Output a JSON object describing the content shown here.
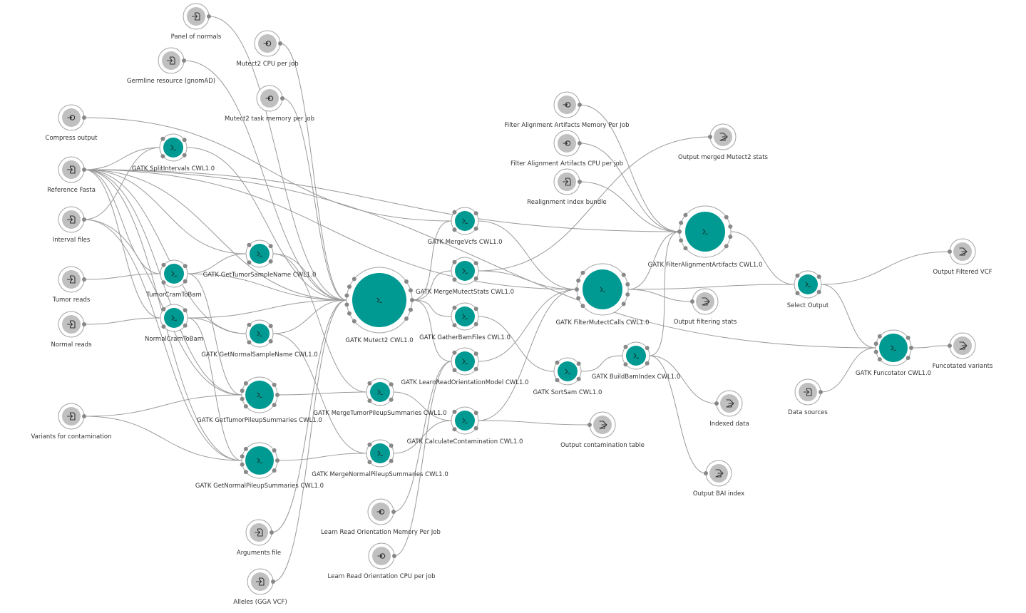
{
  "nodes": [
    {
      "id": "panel_normals",
      "kind": "input",
      "label": "Panel of normals"
    },
    {
      "id": "germline",
      "kind": "input",
      "label": "Germline resource (gnomAD)"
    },
    {
      "id": "mutect_cpu",
      "kind": "param",
      "label": "Mutect2 CPU per job"
    },
    {
      "id": "mutect_mem",
      "kind": "param",
      "label": "Mutect2 task memory per job"
    },
    {
      "id": "compress",
      "kind": "param",
      "label": "Compress output"
    },
    {
      "id": "ref_fasta",
      "kind": "input",
      "label": "Reference Fasta"
    },
    {
      "id": "interval_files",
      "kind": "input",
      "label": "Interval files"
    },
    {
      "id": "tumor_reads",
      "kind": "input",
      "label": "Tumor reads"
    },
    {
      "id": "normal_reads",
      "kind": "input",
      "label": "Normal reads"
    },
    {
      "id": "variants_contam",
      "kind": "input",
      "label": "Variants for contamination"
    },
    {
      "id": "arguments_file",
      "kind": "input",
      "label": "Arguments file"
    },
    {
      "id": "alleles",
      "kind": "input",
      "label": "Alleles (GGA VCF)"
    },
    {
      "id": "lro_mem",
      "kind": "param",
      "label": "Learn Read Orientation Memory Per Job"
    },
    {
      "id": "lro_cpu",
      "kind": "param",
      "label": "Learn Read Orientation CPU per job"
    },
    {
      "id": "faa_mem",
      "kind": "param",
      "label": "Filter Alignment Artifacts Memory Per Job"
    },
    {
      "id": "faa_cpu",
      "kind": "param",
      "label": "Filter Alignment Artifacts CPU per job"
    },
    {
      "id": "realign_bundle",
      "kind": "input",
      "label": "Realignment index bundle"
    },
    {
      "id": "data_sources",
      "kind": "input",
      "label": "Data sources"
    },
    {
      "id": "split_intervals",
      "kind": "step",
      "label": "GATK SplitIntervals CWL1.0"
    },
    {
      "id": "tumor_cram",
      "kind": "step",
      "label": "TumorCramToBam"
    },
    {
      "id": "normal_cram",
      "kind": "step",
      "label": "NormalCramToBam"
    },
    {
      "id": "get_tumor_name",
      "kind": "step",
      "label": "GATK GetTumorSampleName CWL1.0"
    },
    {
      "id": "get_normal_name",
      "kind": "step",
      "label": "GATK GetNormalSampleName CWL1.0"
    },
    {
      "id": "tumor_pileup",
      "kind": "step",
      "label": "GATK GetTumorPileupSummaries CWL1.0"
    },
    {
      "id": "normal_pileup",
      "kind": "step",
      "label": "GATK GetNormalPileupSummaries CWL1.0"
    },
    {
      "id": "mutect2",
      "kind": "step",
      "label": "GATK Mutect2 CWL1.0"
    },
    {
      "id": "merge_vcfs",
      "kind": "step",
      "label": "GATK MergeVcfs CWL1.0"
    },
    {
      "id": "merge_stats",
      "kind": "step",
      "label": "GATK MergeMutectStats CWL1.0"
    },
    {
      "id": "gather_bams",
      "kind": "step",
      "label": "GATK GatherBamFiles CWL1.0"
    },
    {
      "id": "learn_ro",
      "kind": "step",
      "label": "GATK LearnReadOrientationModel CWL1.0"
    },
    {
      "id": "merge_tumor_pileup",
      "kind": "step",
      "label": "GATK MergeTumorPileupSummaries CWL1.0"
    },
    {
      "id": "merge_normal_pileup",
      "kind": "step",
      "label": "GATK MergeNormalPileupSummaries CWL1.0"
    },
    {
      "id": "calc_contam",
      "kind": "step",
      "label": "GATK CalculateContamination CWL1.0"
    },
    {
      "id": "filter_calls",
      "kind": "step",
      "label": "GATK FilterMutectCalls CWL1.0"
    },
    {
      "id": "filter_artifacts",
      "kind": "step",
      "label": "GATK FilterAlignmentArtifacts CWL1.0"
    },
    {
      "id": "sort_sam",
      "kind": "step",
      "label": "GATK SortSam CWL1.0"
    },
    {
      "id": "build_bam_index",
      "kind": "step",
      "label": "GATK BuildBamIndex CWL1.0"
    },
    {
      "id": "select_output",
      "kind": "step",
      "label": "Select Output"
    },
    {
      "id": "funcotator",
      "kind": "step",
      "label": "GATK Funcotator CWL1.0"
    },
    {
      "id": "out_merged_stats",
      "kind": "output",
      "label": "Output merged Mutect2 stats"
    },
    {
      "id": "out_filtering_stats",
      "kind": "output",
      "label": "Output filtering stats"
    },
    {
      "id": "out_contam_table",
      "kind": "output",
      "label": "Output contamination table"
    },
    {
      "id": "out_indexed",
      "kind": "output",
      "label": "Indexed data"
    },
    {
      "id": "out_bai",
      "kind": "output",
      "label": "Output BAI index"
    },
    {
      "id": "out_filtered_vcf",
      "kind": "output",
      "label": "Output Filtered VCF"
    },
    {
      "id": "out_funcotated",
      "kind": "output",
      "label": "Funcotated variants"
    }
  ],
  "edges": [
    [
      "ref_fasta",
      "split_intervals"
    ],
    [
      "interval_files",
      "split_intervals"
    ],
    [
      "ref_fasta",
      "tumor_cram"
    ],
    [
      "tumor_reads",
      "tumor_cram"
    ],
    [
      "ref_fasta",
      "normal_cram"
    ],
    [
      "normal_reads",
      "normal_cram"
    ],
    [
      "tumor_cram",
      "get_tumor_name"
    ],
    [
      "normal_cram",
      "get_normal_name"
    ],
    [
      "ref_fasta",
      "get_tumor_name"
    ],
    [
      "ref_fasta",
      "get_normal_name"
    ],
    [
      "tumor_cram",
      "tumor_pileup"
    ],
    [
      "normal_cram",
      "normal_pileup"
    ],
    [
      "variants_contam",
      "tumor_pileup"
    ],
    [
      "variants_contam",
      "normal_pileup"
    ],
    [
      "interval_files",
      "tumor_pileup"
    ],
    [
      "interval_files",
      "normal_pileup"
    ],
    [
      "ref_fasta",
      "tumor_pileup"
    ],
    [
      "ref_fasta",
      "normal_pileup"
    ],
    [
      "tumor_pileup",
      "merge_tumor_pileup"
    ],
    [
      "normal_pileup",
      "merge_normal_pileup"
    ],
    [
      "get_tumor_name",
      "merge_tumor_pileup"
    ],
    [
      "get_normal_name",
      "merge_normal_pileup"
    ],
    [
      "split_intervals",
      "mutect2"
    ],
    [
      "panel_normals",
      "mutect2"
    ],
    [
      "germline",
      "mutect2"
    ],
    [
      "mutect_cpu",
      "mutect2"
    ],
    [
      "mutect_mem",
      "mutect2"
    ],
    [
      "ref_fasta",
      "mutect2"
    ],
    [
      "tumor_cram",
      "mutect2"
    ],
    [
      "normal_cram",
      "mutect2"
    ],
    [
      "get_tumor_name",
      "mutect2"
    ],
    [
      "get_normal_name",
      "mutect2"
    ],
    [
      "arguments_file",
      "mutect2"
    ],
    [
      "alleles",
      "mutect2"
    ],
    [
      "compress",
      "merge_vcfs"
    ],
    [
      "mutect2",
      "merge_vcfs"
    ],
    [
      "mutect2",
      "merge_stats"
    ],
    [
      "mutect2",
      "gather_bams"
    ],
    [
      "mutect2",
      "learn_ro"
    ],
    [
      "lro_mem",
      "learn_ro"
    ],
    [
      "lro_cpu",
      "learn_ro"
    ],
    [
      "merge_tumor_pileup",
      "calc_contam"
    ],
    [
      "merge_normal_pileup",
      "calc_contam"
    ],
    [
      "merge_vcfs",
      "filter_calls"
    ],
    [
      "merge_stats",
      "filter_calls"
    ],
    [
      "learn_ro",
      "filter_calls"
    ],
    [
      "calc_contam",
      "filter_calls"
    ],
    [
      "ref_fasta",
      "filter_calls"
    ],
    [
      "merge_stats",
      "out_merged_stats"
    ],
    [
      "calc_contam",
      "out_contam_table"
    ],
    [
      "gather_bams",
      "sort_sam"
    ],
    [
      "sort_sam",
      "build_bam_index"
    ],
    [
      "build_bam_index",
      "out_indexed"
    ],
    [
      "build_bam_index",
      "out_bai"
    ],
    [
      "filter_calls",
      "filter_artifacts"
    ],
    [
      "filter_calls",
      "out_filtering_stats"
    ],
    [
      "faa_mem",
      "filter_artifacts"
    ],
    [
      "faa_cpu",
      "filter_artifacts"
    ],
    [
      "realign_bundle",
      "filter_artifacts"
    ],
    [
      "ref_fasta",
      "filter_artifacts"
    ],
    [
      "build_bam_index",
      "filter_artifacts"
    ],
    [
      "filter_artifacts",
      "select_output"
    ],
    [
      "filter_calls",
      "select_output"
    ],
    [
      "select_output",
      "out_filtered_vcf"
    ],
    [
      "select_output",
      "funcotator"
    ],
    [
      "data_sources",
      "funcotator"
    ],
    [
      "ref_fasta",
      "funcotator"
    ],
    [
      "funcotator",
      "out_funcotated"
    ]
  ]
}
